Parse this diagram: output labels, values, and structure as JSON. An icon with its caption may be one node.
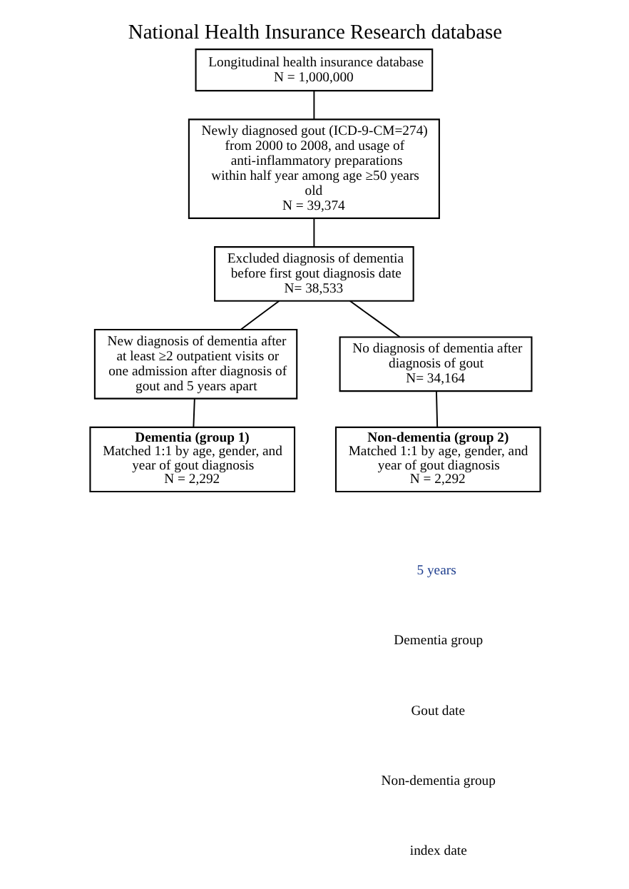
{
  "diagram": {
    "title": "National Health Insurance Research database",
    "nodes": [
      {
        "text": [
          "Longitudinal health insurance database",
          "N = 1,000,000"
        ]
      },
      {
        "text": [
          "Newly diagnosed gout (ICD-9-CM=274) from 2000 to 2008, and usage of anti-inflammatory preparations within half year among age ≥50 years old",
          "N = 39,374"
        ]
      },
      {
        "text": [
          "Excluded diagnosis of dementia before first gout diagnosis date",
          "N= 38,533"
        ]
      },
      {
        "text": [
          "New diagnosis of dementia after at least ≥2 outpatient visits or one admission after diagnosis of gout and 5 years apart"
        ]
      },
      {
        "text": [
          "No diagnosis of dementia after diagnosis of gout",
          "N= 34,164"
        ]
      },
      {
        "text": [
          "Dementia (group 1)",
          "Matched 1:1 by age, gender, and year of gout diagnosis",
          "N = 2,292"
        ]
      },
      {
        "text": [
          "Non-dementia (group 2)",
          "Matched 1:1 by age, gender, and year of gout diagnosis",
          "N = 2,292"
        ]
      }
    ],
    "edges": [
      {
        "from": 0,
        "to": 1,
        "arrow": "none"
      },
      {
        "from": 1,
        "to": 2,
        "arrow": "none"
      },
      {
        "from": 2,
        "to": 3,
        "arrow": "none"
      },
      {
        "from": 2,
        "to": 4,
        "arrow": "none"
      },
      {
        "from": 3,
        "to": 5,
        "arrow": "none"
      },
      {
        "from": 4,
        "to": 6,
        "arrow": "none"
      }
    ],
    "labels": [
      "5 years",
      "Dementia group",
      "Gout date",
      "Non-dementia group",
      "index date"
    ]
  }
}
